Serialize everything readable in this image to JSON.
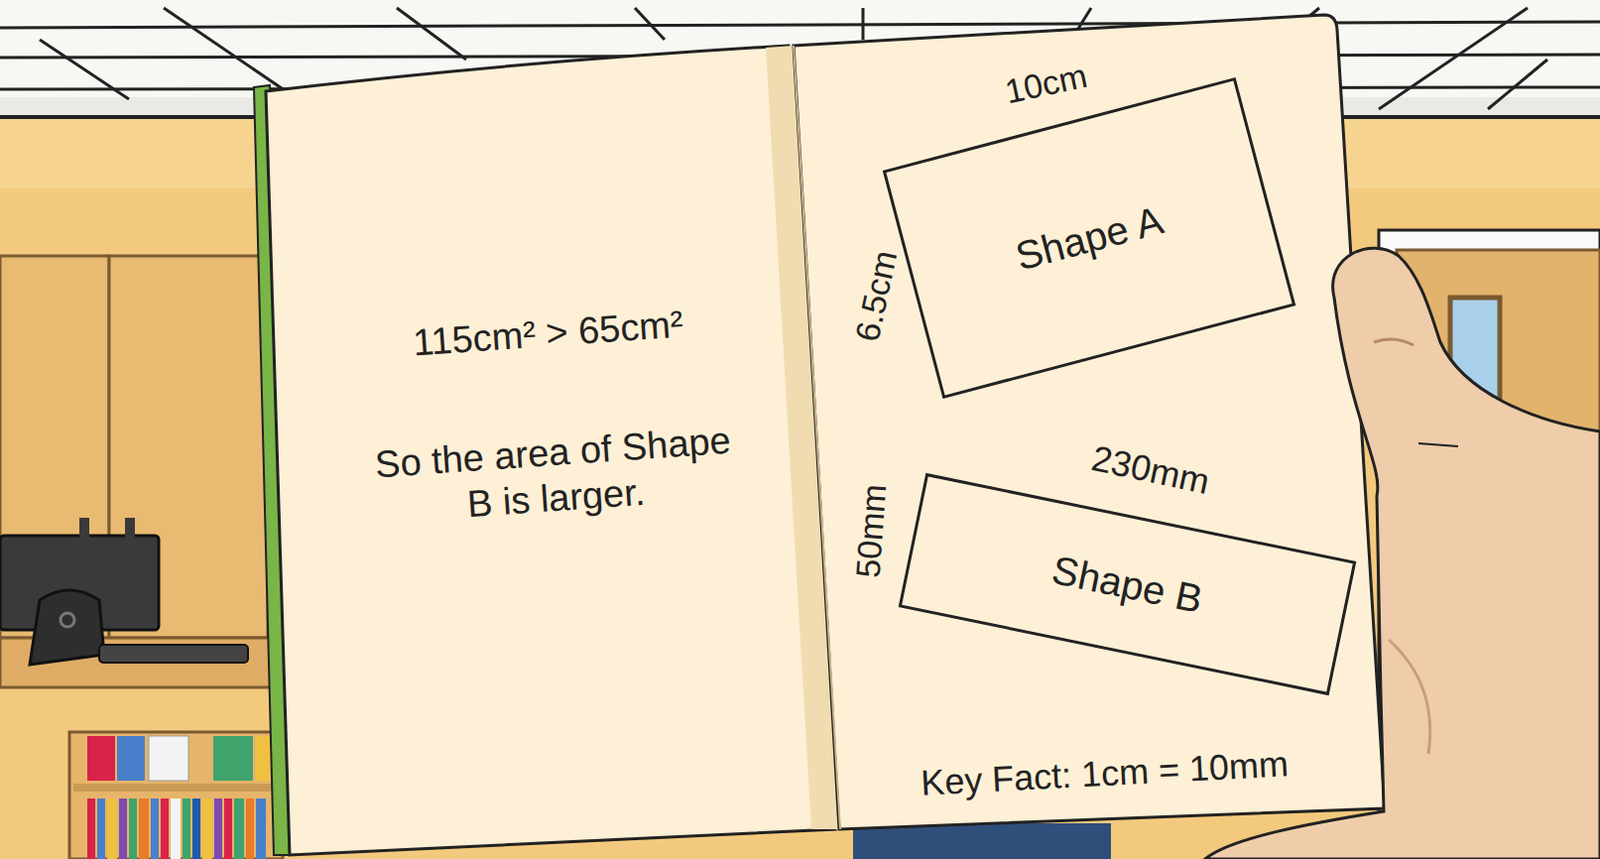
{
  "diagram": {
    "nodes": [
      {
        "text": [
          "Shape A"
        ]
      },
      {
        "text": [
          "Shape B"
        ]
      }
    ],
    "labels": [
      "115cm² > 65cm²",
      "So the area of Shape B is larger.",
      "10cm",
      "6.5cm",
      "230mm",
      "50mm",
      "Key Fact: 1cm = 10mm"
    ]
  }
}
